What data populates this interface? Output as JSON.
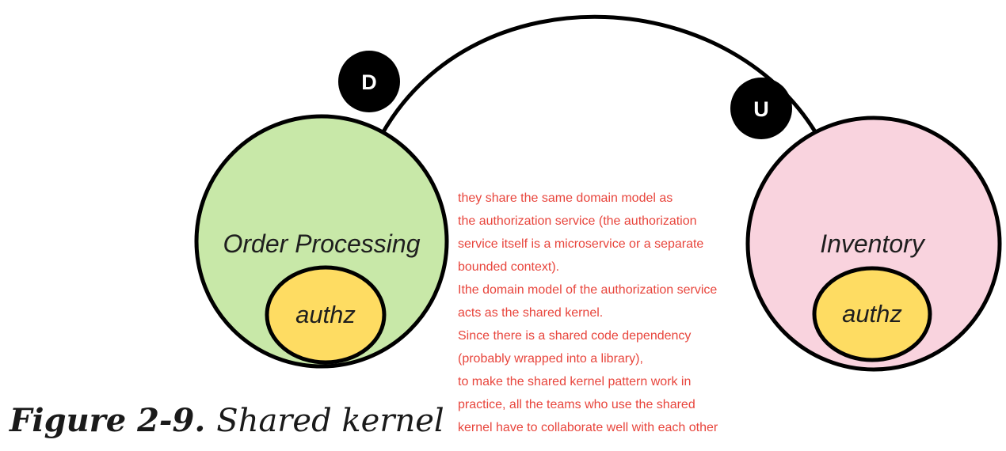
{
  "diagram": {
    "left_context": {
      "label": "Order Processing",
      "fill": "#c8e8a8",
      "kernel_label": "authz"
    },
    "right_context": {
      "label": "Inventory",
      "fill": "#f9d3de",
      "kernel_label": "authz"
    },
    "kernel_fill": "#fedc62",
    "badges": {
      "downstream": "D",
      "upstream": "U"
    },
    "stroke_color": "#000000"
  },
  "annotation": {
    "color": "#e8453c",
    "lines": [
      "they share the same domain model as",
      "the authorization service (the authorization",
      "service itself is a microservice or a separate",
      "bounded context).",
      "Ithe domain model of the authorization service",
      "acts as the shared kernel.",
      "Since there is a shared code dependency",
      "(probably wrapped into a library),",
      "to make the shared kernel pattern work in",
      "practice, all the teams who use the shared",
      "kernel have to collaborate well with each other"
    ]
  },
  "caption": {
    "number": "Figure 2-9.",
    "title": "Shared kernel"
  }
}
